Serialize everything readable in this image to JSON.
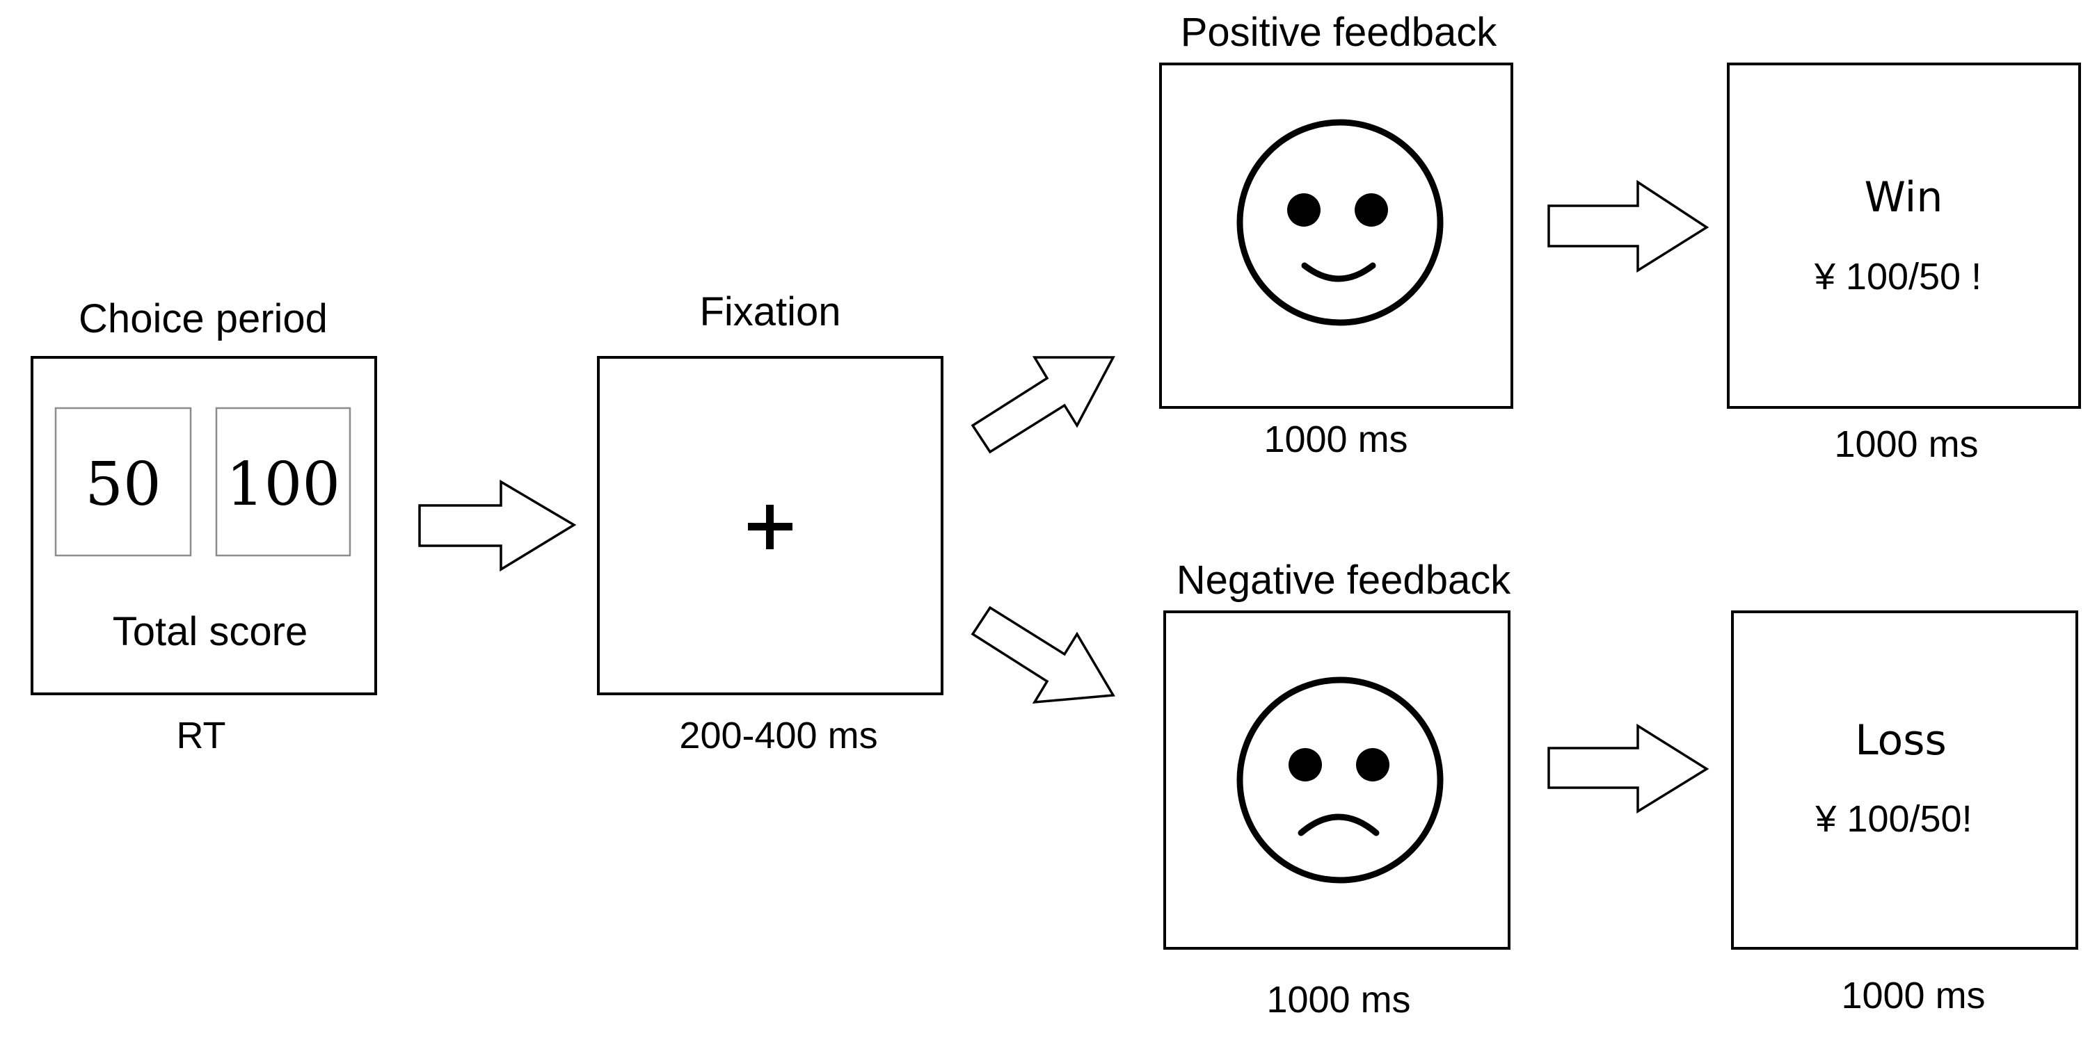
{
  "choice_period": {
    "title": "Choice period",
    "option_left": "50",
    "option_right": "100",
    "score_label": "Total score",
    "timing": "RT"
  },
  "fixation": {
    "title": "Fixation",
    "symbol": "+",
    "timing": "200-400 ms"
  },
  "positive_feedback": {
    "title": "Positive feedback",
    "icon": "smiley-face-icon",
    "timing": "1000 ms"
  },
  "negative_feedback": {
    "title": "Negative feedback",
    "icon": "frowning-face-icon",
    "timing": "1000 ms"
  },
  "win_outcome": {
    "title": "Win",
    "amount": "¥ 100/50 !",
    "timing": "1000 ms"
  },
  "loss_outcome": {
    "title": "Loss",
    "amount": "¥ 100/50!",
    "timing": "1000 ms"
  },
  "colors": {
    "stroke": "#000000",
    "background": "#ffffff",
    "card_border": "#8c8c8c"
  }
}
